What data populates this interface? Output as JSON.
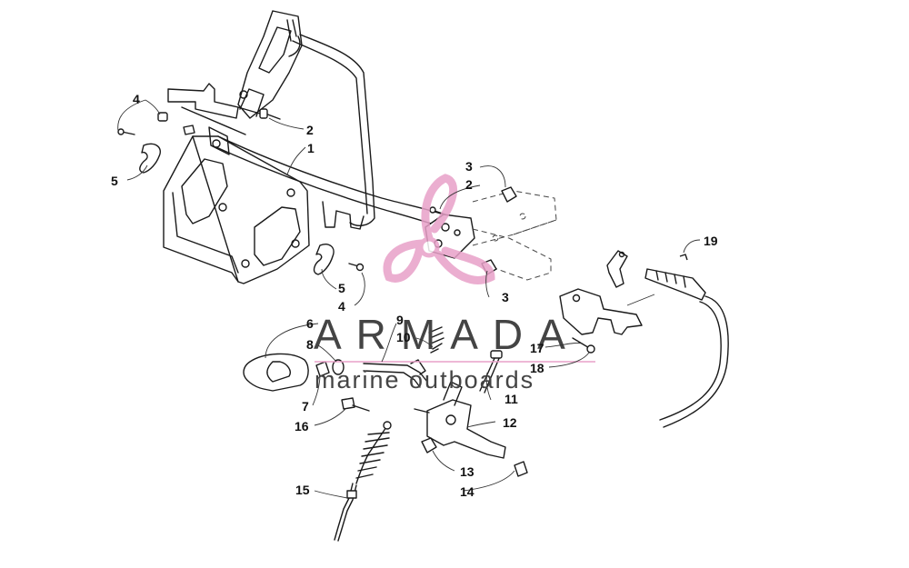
{
  "watermark": {
    "brand": "ARMADA",
    "tagline": "marine outboards",
    "logo_color": "#e8a0c8",
    "text_color": "#4a4a4a"
  },
  "callouts": [
    "1",
    "2",
    "2",
    "3",
    "3",
    "4",
    "4",
    "5",
    "5",
    "6",
    "7",
    "8",
    "9",
    "10",
    "11",
    "12",
    "13",
    "14",
    "15",
    "16",
    "17",
    "18",
    "19"
  ]
}
